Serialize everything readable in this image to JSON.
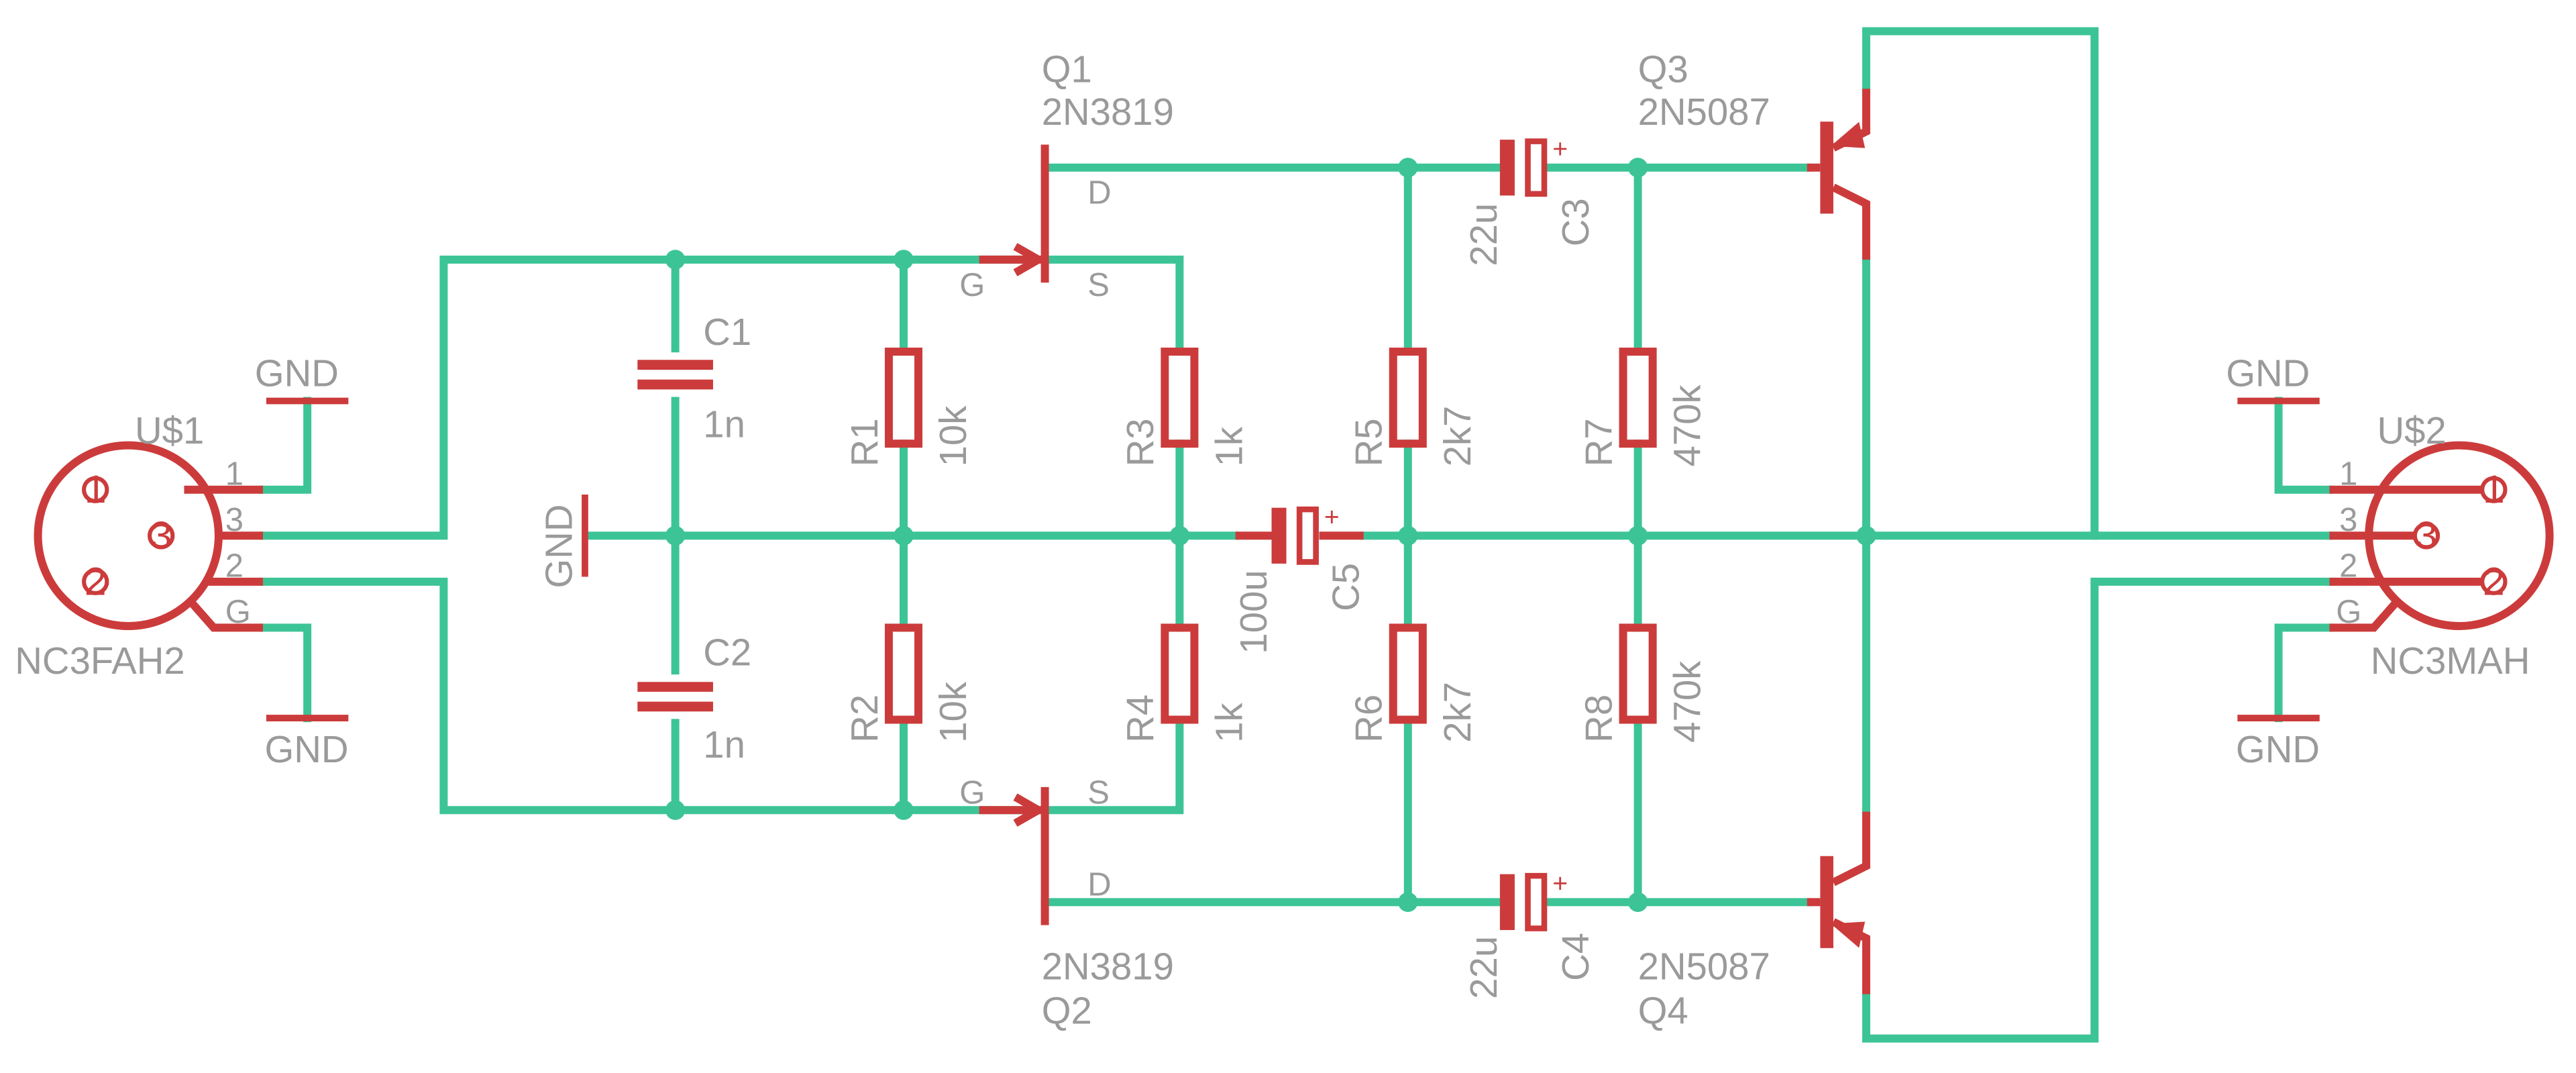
{
  "colors": {
    "wire": "#3cc496",
    "part": "#cc3b3b",
    "label": "#9a9a9a",
    "background": "#ffffff"
  },
  "connectors": {
    "u1": {
      "name": "U$1",
      "value": "NC3FAH2",
      "pin1": "1",
      "pin2": "2",
      "pin3": "3",
      "pinG": "G"
    },
    "u2": {
      "name": "U$2",
      "value": "NC3MAH",
      "pin1": "1",
      "pin2": "2",
      "pin3": "3",
      "pinG": "G"
    }
  },
  "grounds": {
    "label": "GND"
  },
  "capacitors": {
    "c1": {
      "name": "C1",
      "value": "1n"
    },
    "c2": {
      "name": "C2",
      "value": "1n"
    },
    "c3": {
      "name": "C3",
      "value": "22u"
    },
    "c4": {
      "name": "C4",
      "value": "22u"
    },
    "c5": {
      "name": "C5",
      "value": "100u"
    }
  },
  "polarity": "+",
  "resistors": {
    "r1": {
      "name": "R1",
      "value": "10k"
    },
    "r2": {
      "name": "R2",
      "value": "10k"
    },
    "r3": {
      "name": "R3",
      "value": "1k"
    },
    "r4": {
      "name": "R4",
      "value": "1k"
    },
    "r5": {
      "name": "R5",
      "value": "2k7"
    },
    "r6": {
      "name": "R6",
      "value": "2k7"
    },
    "r7": {
      "name": "R7",
      "value": "470k"
    },
    "r8": {
      "name": "R8",
      "value": "470k"
    }
  },
  "jfets": {
    "q1": {
      "name": "Q1",
      "value": "2N3819",
      "gate": "G",
      "drain": "D",
      "source": "S"
    },
    "q2": {
      "name": "Q2",
      "value": "2N3819",
      "gate": "G",
      "drain": "D",
      "source": "S"
    }
  },
  "bjts": {
    "q3": {
      "name": "Q3",
      "value": "2N5087"
    },
    "q4": {
      "name": "Q4",
      "value": "2N5087"
    }
  }
}
